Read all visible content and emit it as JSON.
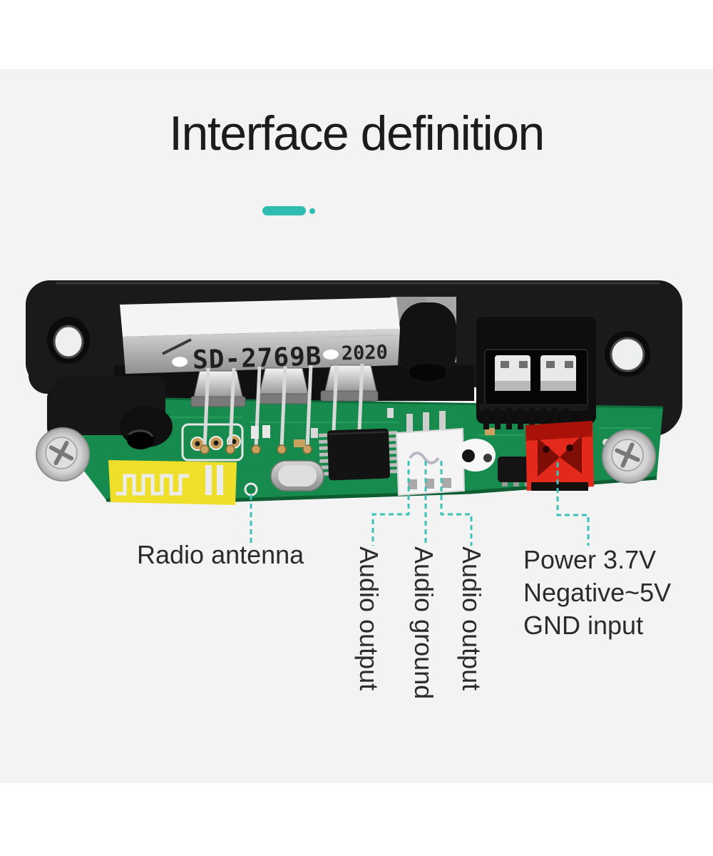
{
  "header": {
    "title": "Interface definition"
  },
  "accent": {
    "teal": "#2fbdb2",
    "callout_dash": "#3cc2b8"
  },
  "board": {
    "display_marking": "SD-2769B",
    "display_year": "2020",
    "pcb_color": "#178a4d",
    "antenna_color": "#efdf2b",
    "power_connector_color": "#e2291c"
  },
  "callouts": {
    "radio_antenna": "Radio antenna",
    "audio_output_left": "Audio output",
    "audio_ground": "Audio ground",
    "audio_output_right": "Audio output",
    "power": {
      "line1": "Power 3.7V",
      "line2": "Negative~5V",
      "line3": "GND input"
    }
  }
}
